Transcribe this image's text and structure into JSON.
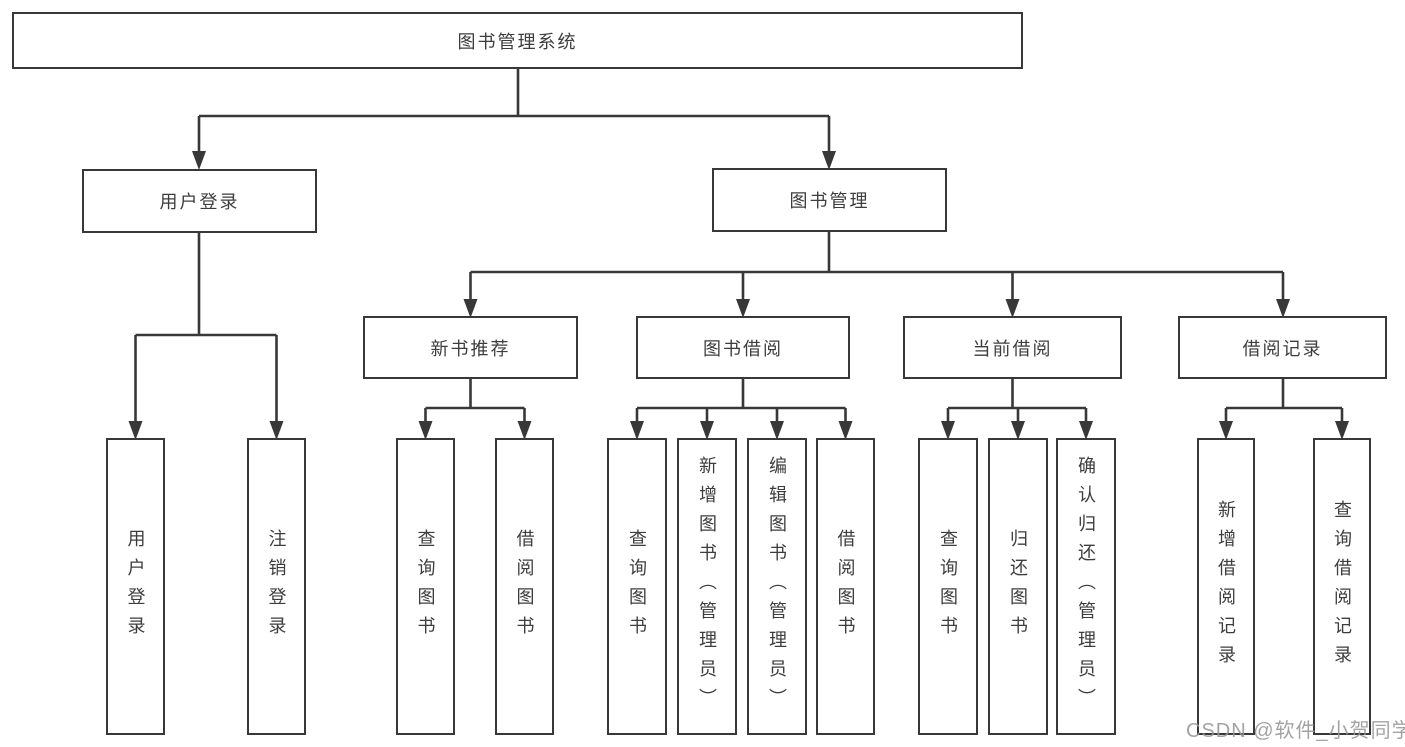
{
  "colors": {
    "line": "#383838",
    "box_border": "#383838",
    "box_background": "#ffffff",
    "text": "#3d3d3d",
    "watermark": "#969696"
  },
  "watermark": {
    "text": "CSDN @软件_小贺同学"
  },
  "hierarchy": {
    "label": "图书管理系统",
    "children": [
      {
        "label": "用户登录",
        "children": [
          {
            "label": "用户登录"
          },
          {
            "label": "注销登录"
          }
        ]
      },
      {
        "label": "图书管理",
        "children": [
          {
            "label": "新书推荐",
            "children": [
              {
                "label": "查询图书"
              },
              {
                "label": "借阅图书"
              }
            ]
          },
          {
            "label": "图书借阅",
            "children": [
              {
                "label": "查询图书"
              },
              {
                "label": "新增图书（管理员）"
              },
              {
                "label": "编辑图书（管理员）"
              },
              {
                "label": "借阅图书"
              }
            ]
          },
          {
            "label": "当前借阅",
            "children": [
              {
                "label": "查询图书"
              },
              {
                "label": "归还图书"
              },
              {
                "label": "确认归还（管理员）"
              }
            ]
          },
          {
            "label": "借阅记录",
            "children": [
              {
                "label": "新增借阅记录"
              },
              {
                "label": "查询借阅记录"
              }
            ]
          }
        ]
      }
    ]
  }
}
